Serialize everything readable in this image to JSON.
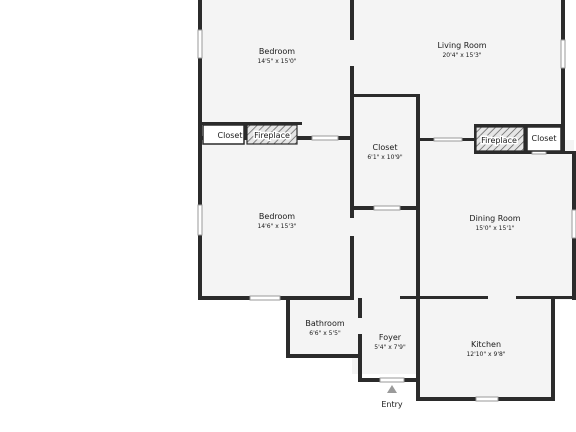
{
  "rooms": {
    "bedroom_top": {
      "name": "Bedroom",
      "dims": "14'5\" x 15'0\""
    },
    "living_room": {
      "name": "Living Room",
      "dims": "20'4\" x 15'3\""
    },
    "closet_mid": {
      "name": "Closet",
      "dims": "6'1\" x 10'9\""
    },
    "bedroom_bottom": {
      "name": "Bedroom",
      "dims": "14'6\" x 15'3\""
    },
    "dining_room": {
      "name": "Dining Room",
      "dims": "15'0\" x 15'1\""
    },
    "bathroom": {
      "name": "Bathroom",
      "dims": "6'6\" x 5'5\""
    },
    "foyer": {
      "name": "Foyer",
      "dims": "5'4\" x 7'9\""
    },
    "kitchen": {
      "name": "Kitchen",
      "dims": "12'10\" x 9'8\""
    }
  },
  "features": {
    "closet_left": "Closet",
    "fireplace_left": "Fireplace",
    "fireplace_right": "Fireplace",
    "closet_right": "Closet"
  },
  "entry_label": "Entry",
  "colors": {
    "wall": "#2b2b2b",
    "floor": "#f4f4f4",
    "background": "#ffffff"
  }
}
